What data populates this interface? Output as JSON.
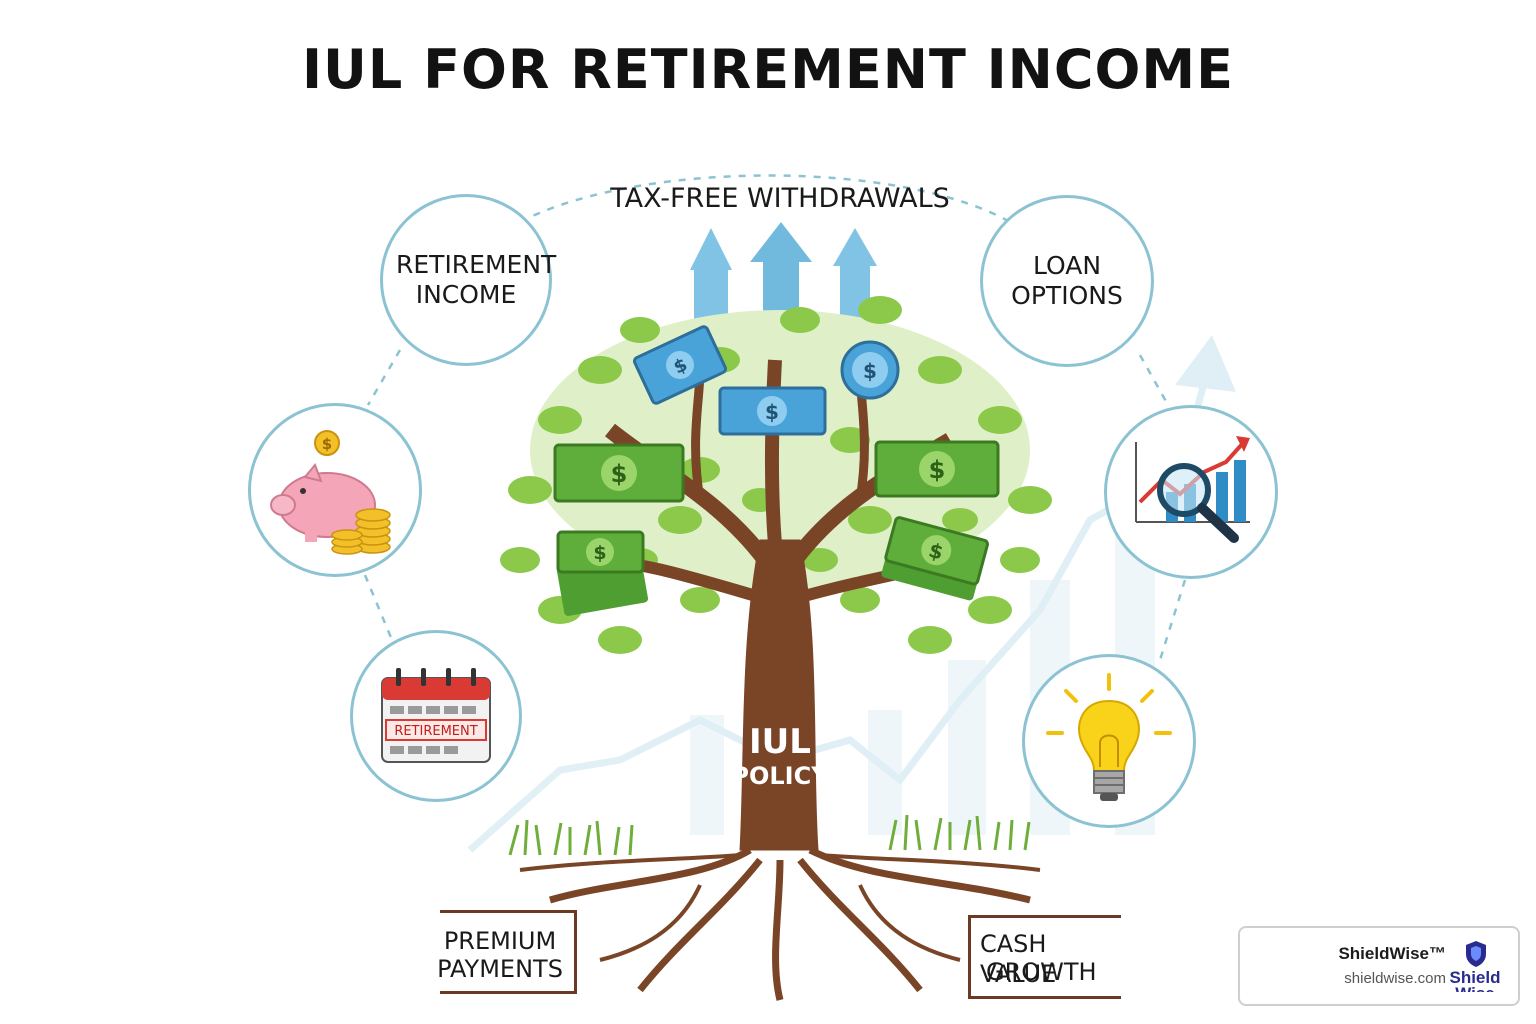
{
  "title": "IUL FOR RETIREMENT INCOME",
  "center": {
    "withdrawals_label": "TAX-FREE WITHDRAWALS",
    "trunk_line1": "IUL",
    "trunk_line2": "POLICY"
  },
  "circles": {
    "retirement_income": "RETIREMENT INCOME",
    "loan_options": "LOAN OPTIONS",
    "calendar_text": "RETIREMENT"
  },
  "roots": {
    "left_line1": "PREMIUM",
    "left_line2": "PAYMENTS",
    "right_line1": "CASH VALUE",
    "right_line2": "GROWTH"
  },
  "icons": [
    "piggy-bank-icon",
    "calendar-icon",
    "chart-magnifier-icon",
    "lightbulb-icon",
    "dollar-bill-icon",
    "coin-icon",
    "up-arrow-icon"
  ],
  "colors": {
    "circle_border": "#8cc3d2",
    "trunk": "#7a4426",
    "leaf": "#8cc94a",
    "bill": "#5fae3c",
    "blue_bill": "#4aa3d8",
    "arrow": "#5aaed8"
  },
  "watermark": {
    "brand": "ShieldWise™",
    "url": "shieldwise.com",
    "logo_text": "Shield Wise"
  }
}
